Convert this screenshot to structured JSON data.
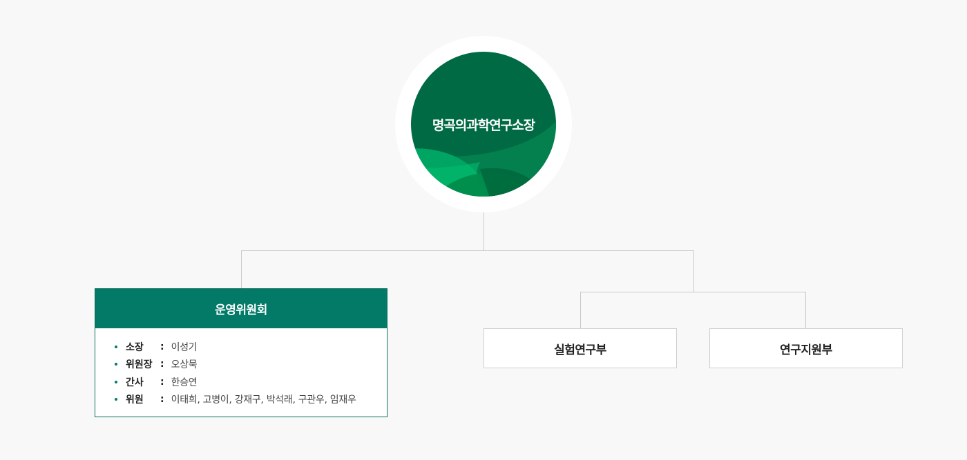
{
  "root": {
    "title": "명곡의과학연구소장"
  },
  "committee": {
    "title": "운영위원회",
    "members": [
      {
        "role": "소장",
        "names": "이성기"
      },
      {
        "role": "위원장",
        "names": "오상묵"
      },
      {
        "role": "간사",
        "names": "한승연"
      },
      {
        "role": "위원",
        "names": "이태희, 고병이, 강재구, 박석래, 구관우, 임재우"
      }
    ]
  },
  "departments": [
    {
      "label": "실험연구부"
    },
    {
      "label": "연구지원부"
    }
  ],
  "colors": {
    "primary_green": "#037a68",
    "circle_green": "#006a44",
    "background": "#f8f8f8",
    "line": "#c9c9c9"
  }
}
